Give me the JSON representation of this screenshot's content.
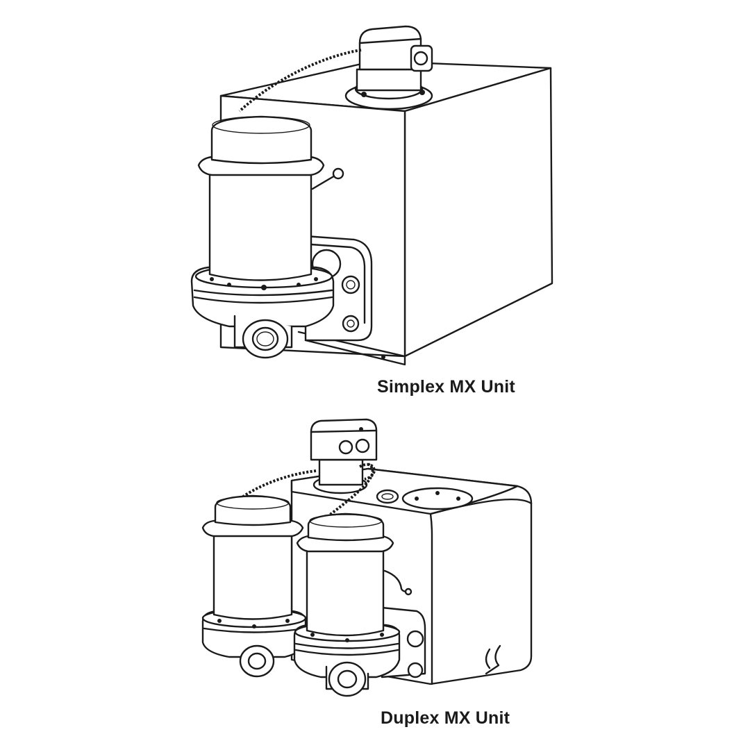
{
  "figures": {
    "simplex": {
      "caption": "Simplex MX Unit",
      "icon": "simplex-pump-unit"
    },
    "duplex": {
      "caption": "Duplex MX Unit",
      "icon": "duplex-pump-unit"
    }
  },
  "colors": {
    "line": "#1a1a1a",
    "fill": "#ffffff"
  }
}
